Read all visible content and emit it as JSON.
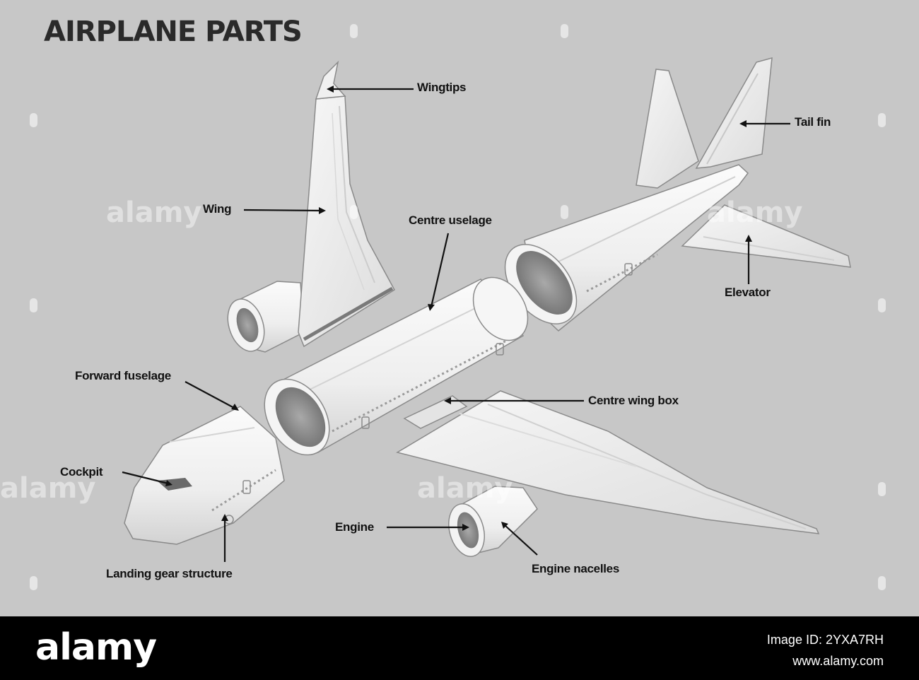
{
  "diagram": {
    "title": "AIRPLANE PARTS",
    "labels": {
      "wingtips": "Wingtips",
      "tail_fin": "Tail fin",
      "wing": "Wing",
      "centre_fuselage": "Centre uselage",
      "elevator": "Elevator",
      "forward_fuselage": "Forward fuselage",
      "centre_wing_box": "Centre wing box",
      "cockpit": "Cockpit",
      "engine": "Engine",
      "landing_gear": "Landing gear structure",
      "engine_nacelles": "Engine nacelles"
    }
  },
  "watermark": {
    "text": "alamy"
  },
  "footer": {
    "brand": "alamy",
    "image_id": "Image ID: 2YXA7RH",
    "site": "www.alamy.com"
  },
  "colors": {
    "background": "#c7c7c7",
    "part_fill": "#f2f2f2",
    "part_stroke": "#8a8a8a",
    "footer": "#000000"
  }
}
